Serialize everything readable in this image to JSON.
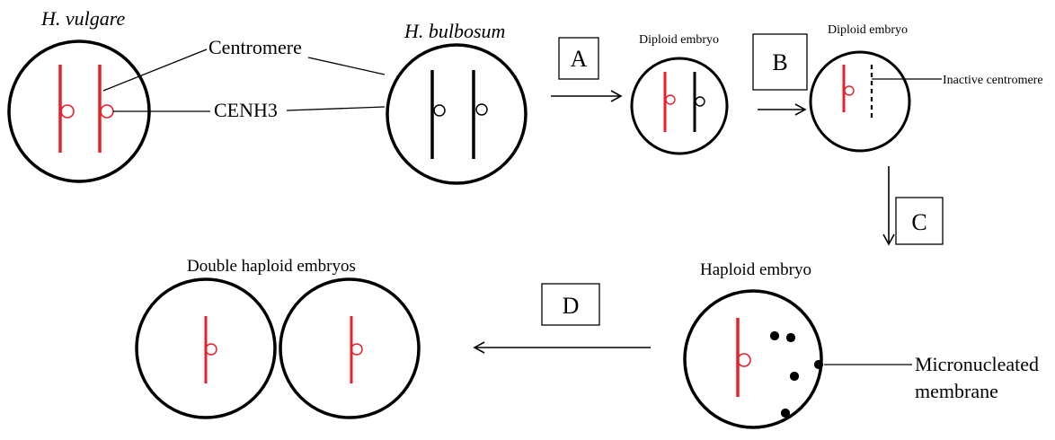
{
  "colors": {
    "red": "#e8202a",
    "black": "#000000",
    "background": "#ffffff"
  },
  "labels": {
    "vulgare": "H. vulgare",
    "bulbosum": "H. bulbosum",
    "centromere": "Centromere",
    "cenh3": "CENH3",
    "diploid_1": "Diploid embryo",
    "diploid_2": "Diploid embryo",
    "inactive_centromere": "Inactive centromere",
    "haploid": "Haploid embryo",
    "double_haploid": "Double haploid embryos",
    "micronucleated_line1": "Micronucleated",
    "micronucleated_line2": "membrane"
  },
  "steps": {
    "a": "A",
    "b": "B",
    "c": "C",
    "d": "D"
  }
}
